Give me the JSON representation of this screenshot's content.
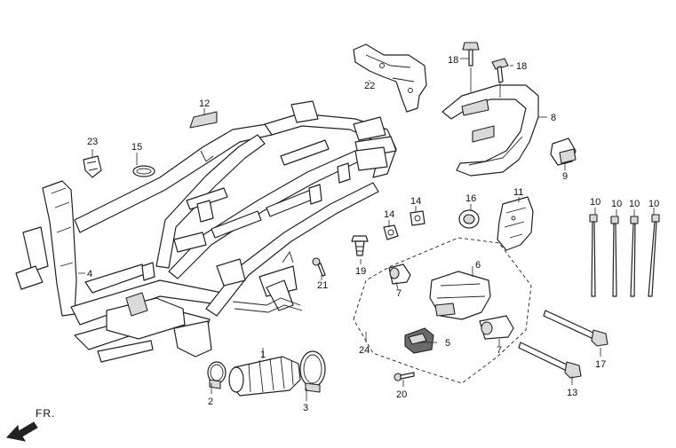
{
  "diagram": {
    "callouts": {
      "c1": "1",
      "c2": "2",
      "c3": "3",
      "c4": "4",
      "c5": "5",
      "c6": "6",
      "c7a": "7",
      "c7b": "7",
      "c8": "8",
      "c9": "9",
      "c10a": "10",
      "c10b": "10",
      "c10c": "10",
      "c10d": "10",
      "c11": "11",
      "c12": "12",
      "c13": "13",
      "c14a": "14",
      "c14b": "14",
      "c15": "15",
      "c16": "16",
      "c17": "17",
      "c18a": "18",
      "c18b": "18",
      "c19": "19",
      "c20": "20",
      "c21": "21",
      "c22": "22",
      "c23": "23",
      "c24": "24"
    },
    "direction_label": "FR."
  }
}
